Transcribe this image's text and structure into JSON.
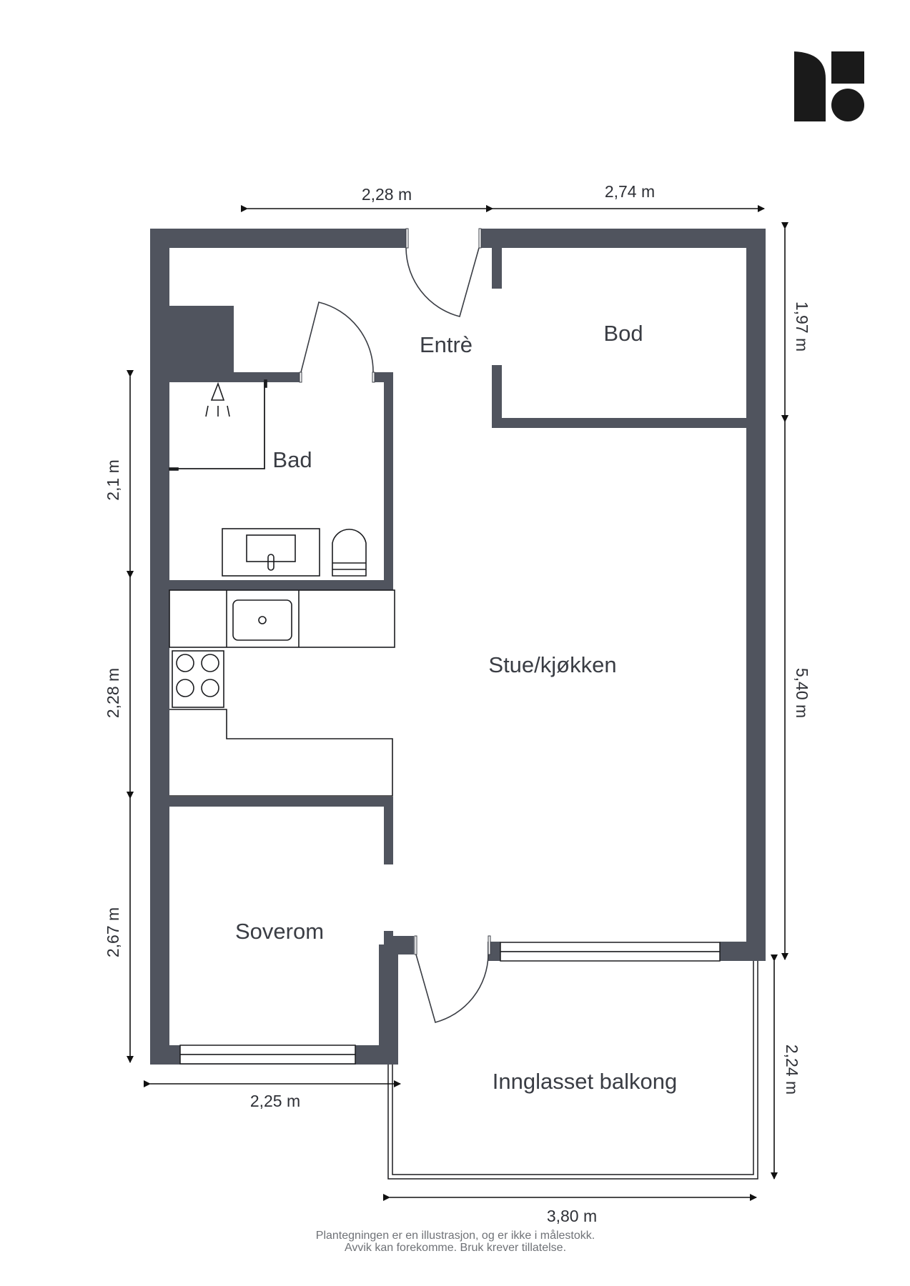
{
  "colors": {
    "wall": "#50545e",
    "line": "#1b1c1f",
    "background": "#ffffff",
    "logo": "#1a1a1a"
  },
  "logo": {
    "icon": "brand-logo-icon"
  },
  "rooms": {
    "entre": "Entrè",
    "bod": "Bod",
    "bad": "Bad",
    "stue": "Stue/kjøkken",
    "soverom": "Soverom",
    "balkong": "Inngl​asset balkong"
  },
  "dimensions": {
    "top_left": "2,28 m",
    "top_right": "2,74 m",
    "right_upper": "1,97 m",
    "right_lower": "5,40 m",
    "right_balcony": "2,24 m",
    "left_top": "2,1 m",
    "left_middle": "2,28 m",
    "left_bottom": "2,67 m",
    "bottom_left": "2,25 m",
    "bottom_balcony": "3,80 m"
  },
  "footer": {
    "line1": "Plantegningen er en illustrasjon, og er ikke i målestokk.",
    "line2": "Avvik kan forekomme. Bruk krever tillatelse."
  }
}
